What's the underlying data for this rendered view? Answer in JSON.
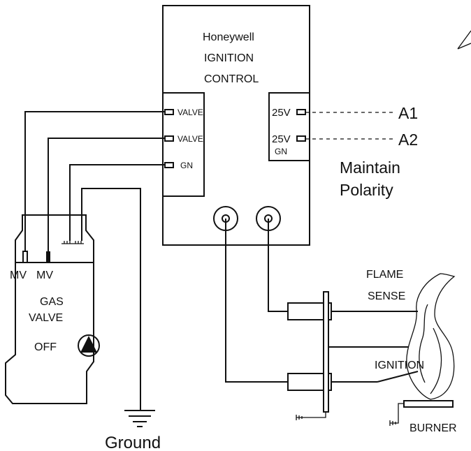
{
  "control": {
    "brand": "Honeywell",
    "line1": "IGNITION",
    "line2": "CONTROL",
    "left_terminals": [
      "VALVE",
      "VALVE",
      "GN"
    ],
    "right_terminals": [
      "25V",
      "25V"
    ],
    "right_gn": "GN"
  },
  "power": {
    "a1": "A1",
    "a2": "A2",
    "note_line1": "Maintain",
    "note_line2": "Polarity"
  },
  "gas_valve": {
    "mv1": "MV",
    "mv2": "MV",
    "label_line1": "GAS",
    "label_line2": "VALVE",
    "off_label": "OFF"
  },
  "ground_label": "Ground",
  "burner": {
    "flame_line1": "FLAME",
    "flame_line2": "SENSE",
    "ignition": "IGNITION",
    "burner": "BURNER"
  },
  "colors": {
    "line": "#111111",
    "background": "#ffffff"
  }
}
